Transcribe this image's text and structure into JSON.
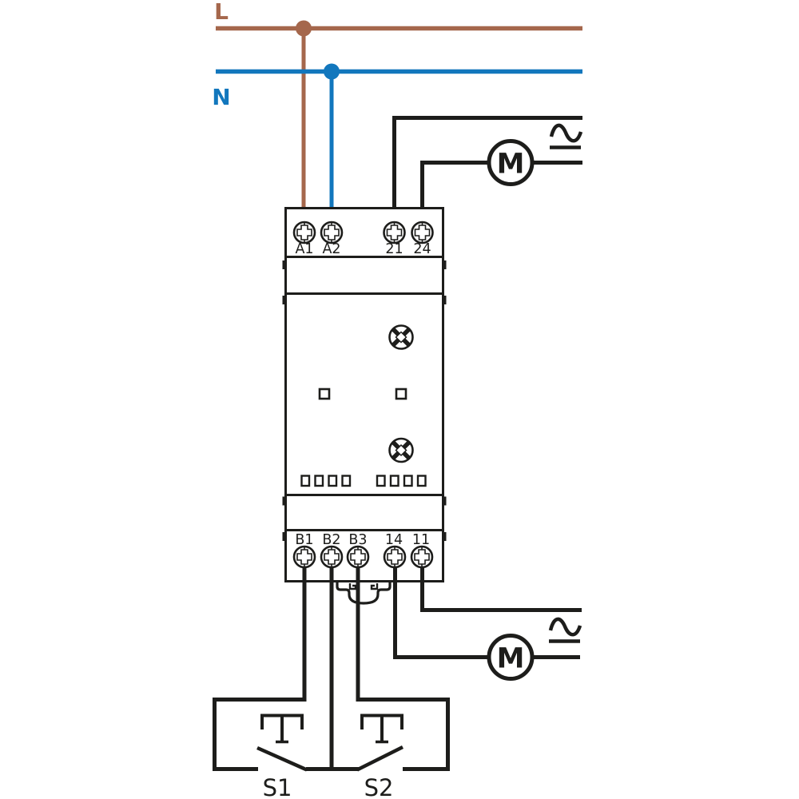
{
  "colors": {
    "background": "#ffffff",
    "wire_brown": "#a5674c",
    "wire_blue": "#1277bd",
    "wire_black": "#1d1d1b"
  },
  "power_lines": {
    "line": "L",
    "neutral": "N"
  },
  "module": {
    "top_terminals": [
      "A1",
      "A2",
      "21",
      "24"
    ],
    "bottom_terminals": [
      "B1",
      "B2",
      "B3",
      "14",
      "11"
    ]
  },
  "motors": {
    "top": "M",
    "bottom": "M"
  },
  "switches": {
    "s1": "S1",
    "s2": "S2"
  }
}
